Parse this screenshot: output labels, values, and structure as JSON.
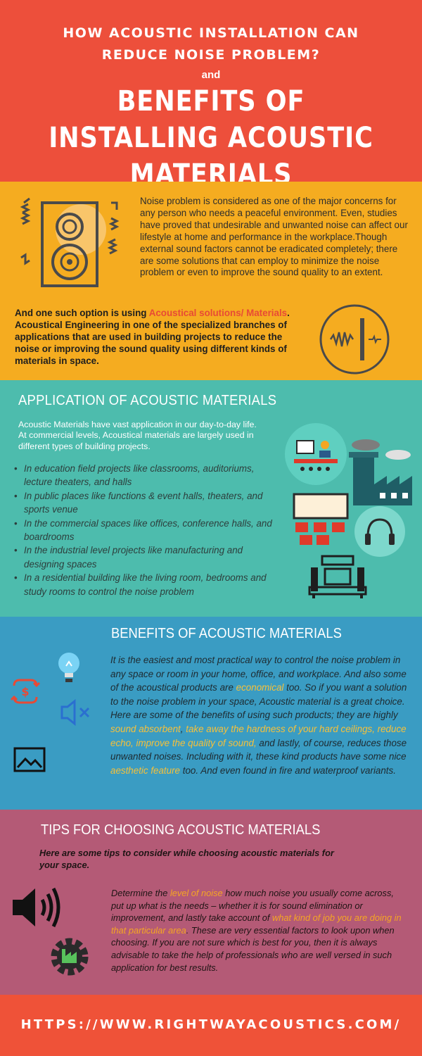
{
  "header": {
    "subtitle": "HOW ACOUSTIC INSTALLATION CAN REDUCE NOISE PROBLEM?",
    "connector": "and",
    "title": "BENEFITS OF INSTALLING ACOUSTIC MATERIALS"
  },
  "intro": {
    "paragraph": "Noise problem is considered as one of the major concerns for any person who needs a peaceful environment. Even, studies have proved that undesirable and unwanted noise can affect our lifestyle at home and performance in the workplace.Though external sound factors cannot be eradicated completely; there are some solutions that can employ to minimize the noise problem or even to improve the sound quality to an extent.",
    "option_lead": "And one such option is using ",
    "option_highlight": "Acoustical solutions/ Materials",
    "option_tail": ". Acoustical Engineering in one of the specialized branches of applications that are used in building projects to reduce the noise or improving the sound quality using different kinds of materials in space."
  },
  "application": {
    "title": "APPLICATION OF ACOUSTIC MATERIALS",
    "intro": "Acoustic Materials have vast application in our day-to-day life. At commercial levels, Acoustical materials are largely used in different types of building projects.",
    "items": [
      "In education field projects like classrooms, auditoriums, lecture theaters, and halls",
      "In public places like functions  & event halls, theaters, and sports venue",
      "In the commercial spaces like offices, conference halls, and boardrooms",
      "In the industrial level projects like manufacturing and designing spaces",
      "In a residential building like the living room, bedrooms and study rooms to control the noise problem"
    ]
  },
  "benefits": {
    "title": "BENEFITS OF ACOUSTIC MATERIALS",
    "t1": "It is the easiest and most practical way to control the noise problem in any space or room in your home, office, and workplace.  And also some of the acoustical products are ",
    "h1": "economical",
    "t2": " too. So if you want a solution to the noise problem in your space, Acoustic material is a great choice. Here are some of the benefits of using such products; they are highly ",
    "h2": "sound absorbent",
    "t3": ", ",
    "h3": "take away the hardness of your hard ceilings, reduce echo, improve the quality of sound,",
    "t4": " and lastly, of course, reduces those unwanted noises. Including with it, these kind products have some nice ",
    "h4": "aesthetic feature",
    "t5": " too. And even found in fire and waterproof variants."
  },
  "tips": {
    "title": "TIPS FOR CHOOSING ACOUSTIC MATERIALS",
    "intro": "Here are some tips to consider while choosing acoustic materials for your space.",
    "t1": "Determine the ",
    "h1": "level of noise",
    "t2": " how much noise you usually come across, put up what is the needs – whether it is for sound elimination or improvement, and lastly take account of ",
    "h2": "what kind of job you are doing in that particular area",
    "t3": ". These are very essential factors to look upon when choosing. If you are not sure which is best for you, then it is always advisable to take the help of professionals who are well versed in such application for best results."
  },
  "footer": {
    "url": "HTTPS://WWW.RIGHTWAYACOUSTICS.COM/"
  },
  "colors": {
    "header_bg": "#ed4f3b",
    "intro_bg": "#f5ac20",
    "application_bg": "#4dbcad",
    "benefits_bg": "#3a9cc3",
    "tips_bg": "#b45a76",
    "footer_bg": "#ef5238",
    "highlight_red": "#e84a35",
    "highlight_yellow": "#f6c03a"
  },
  "icons": [
    "speaker-cabinet-icon",
    "sound-wave-panel-icon",
    "classroom-icon",
    "factory-icon",
    "theater-icon",
    "headphones-icon",
    "home-theater-icon",
    "lightbulb-icon",
    "money-exchange-icon",
    "mute-icon",
    "image-icon",
    "loudspeaker-icon",
    "gear-factory-icon"
  ]
}
